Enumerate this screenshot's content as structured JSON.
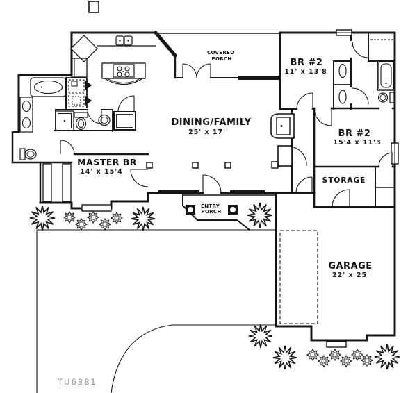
{
  "plan": {
    "id": "TU6381"
  },
  "rooms": {
    "covered_porch": {
      "line1": "COVERED",
      "line2": "PORCH"
    },
    "br2_top": {
      "name": "BR #2",
      "dims": "11' x 13'8"
    },
    "br2_right": {
      "name": "BR #2",
      "dims": "15'4 x 11'3"
    },
    "dining_family": {
      "name": "DINING/FAMILY",
      "dims": "25' x 17'"
    },
    "master": {
      "name": "MASTER BR",
      "dims": "14' x 15'4"
    },
    "storage": {
      "name": "STORAGE"
    },
    "entry_porch": {
      "line1": "ENTRY",
      "line2": "PORCH"
    },
    "garage": {
      "name": "GARAGE",
      "dims": "22' x 25'"
    }
  },
  "colors": {
    "line": "#161616",
    "label": "#111111",
    "plan_id": "#8f8f8f",
    "background": "#ffffff"
  }
}
